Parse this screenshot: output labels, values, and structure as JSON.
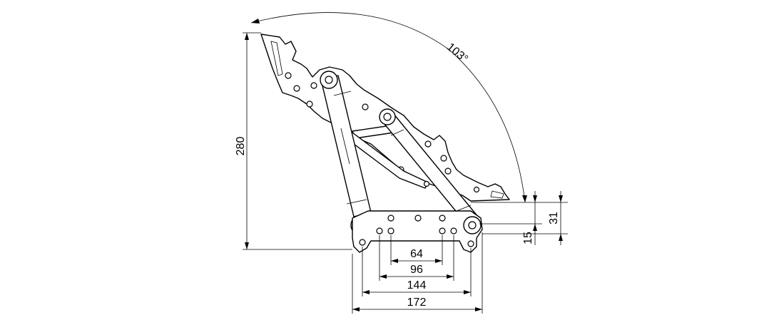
{
  "drawing": {
    "dimensions": {
      "height_total": "280",
      "angle": "103°",
      "hole_spacing_64": "64",
      "hole_spacing_96": "96",
      "hole_spacing_144": "144",
      "base_width_172": "172",
      "offset_31": "31",
      "offset_15": "15"
    },
    "colors": {
      "line": "#000000",
      "background": "#ffffff"
    }
  }
}
